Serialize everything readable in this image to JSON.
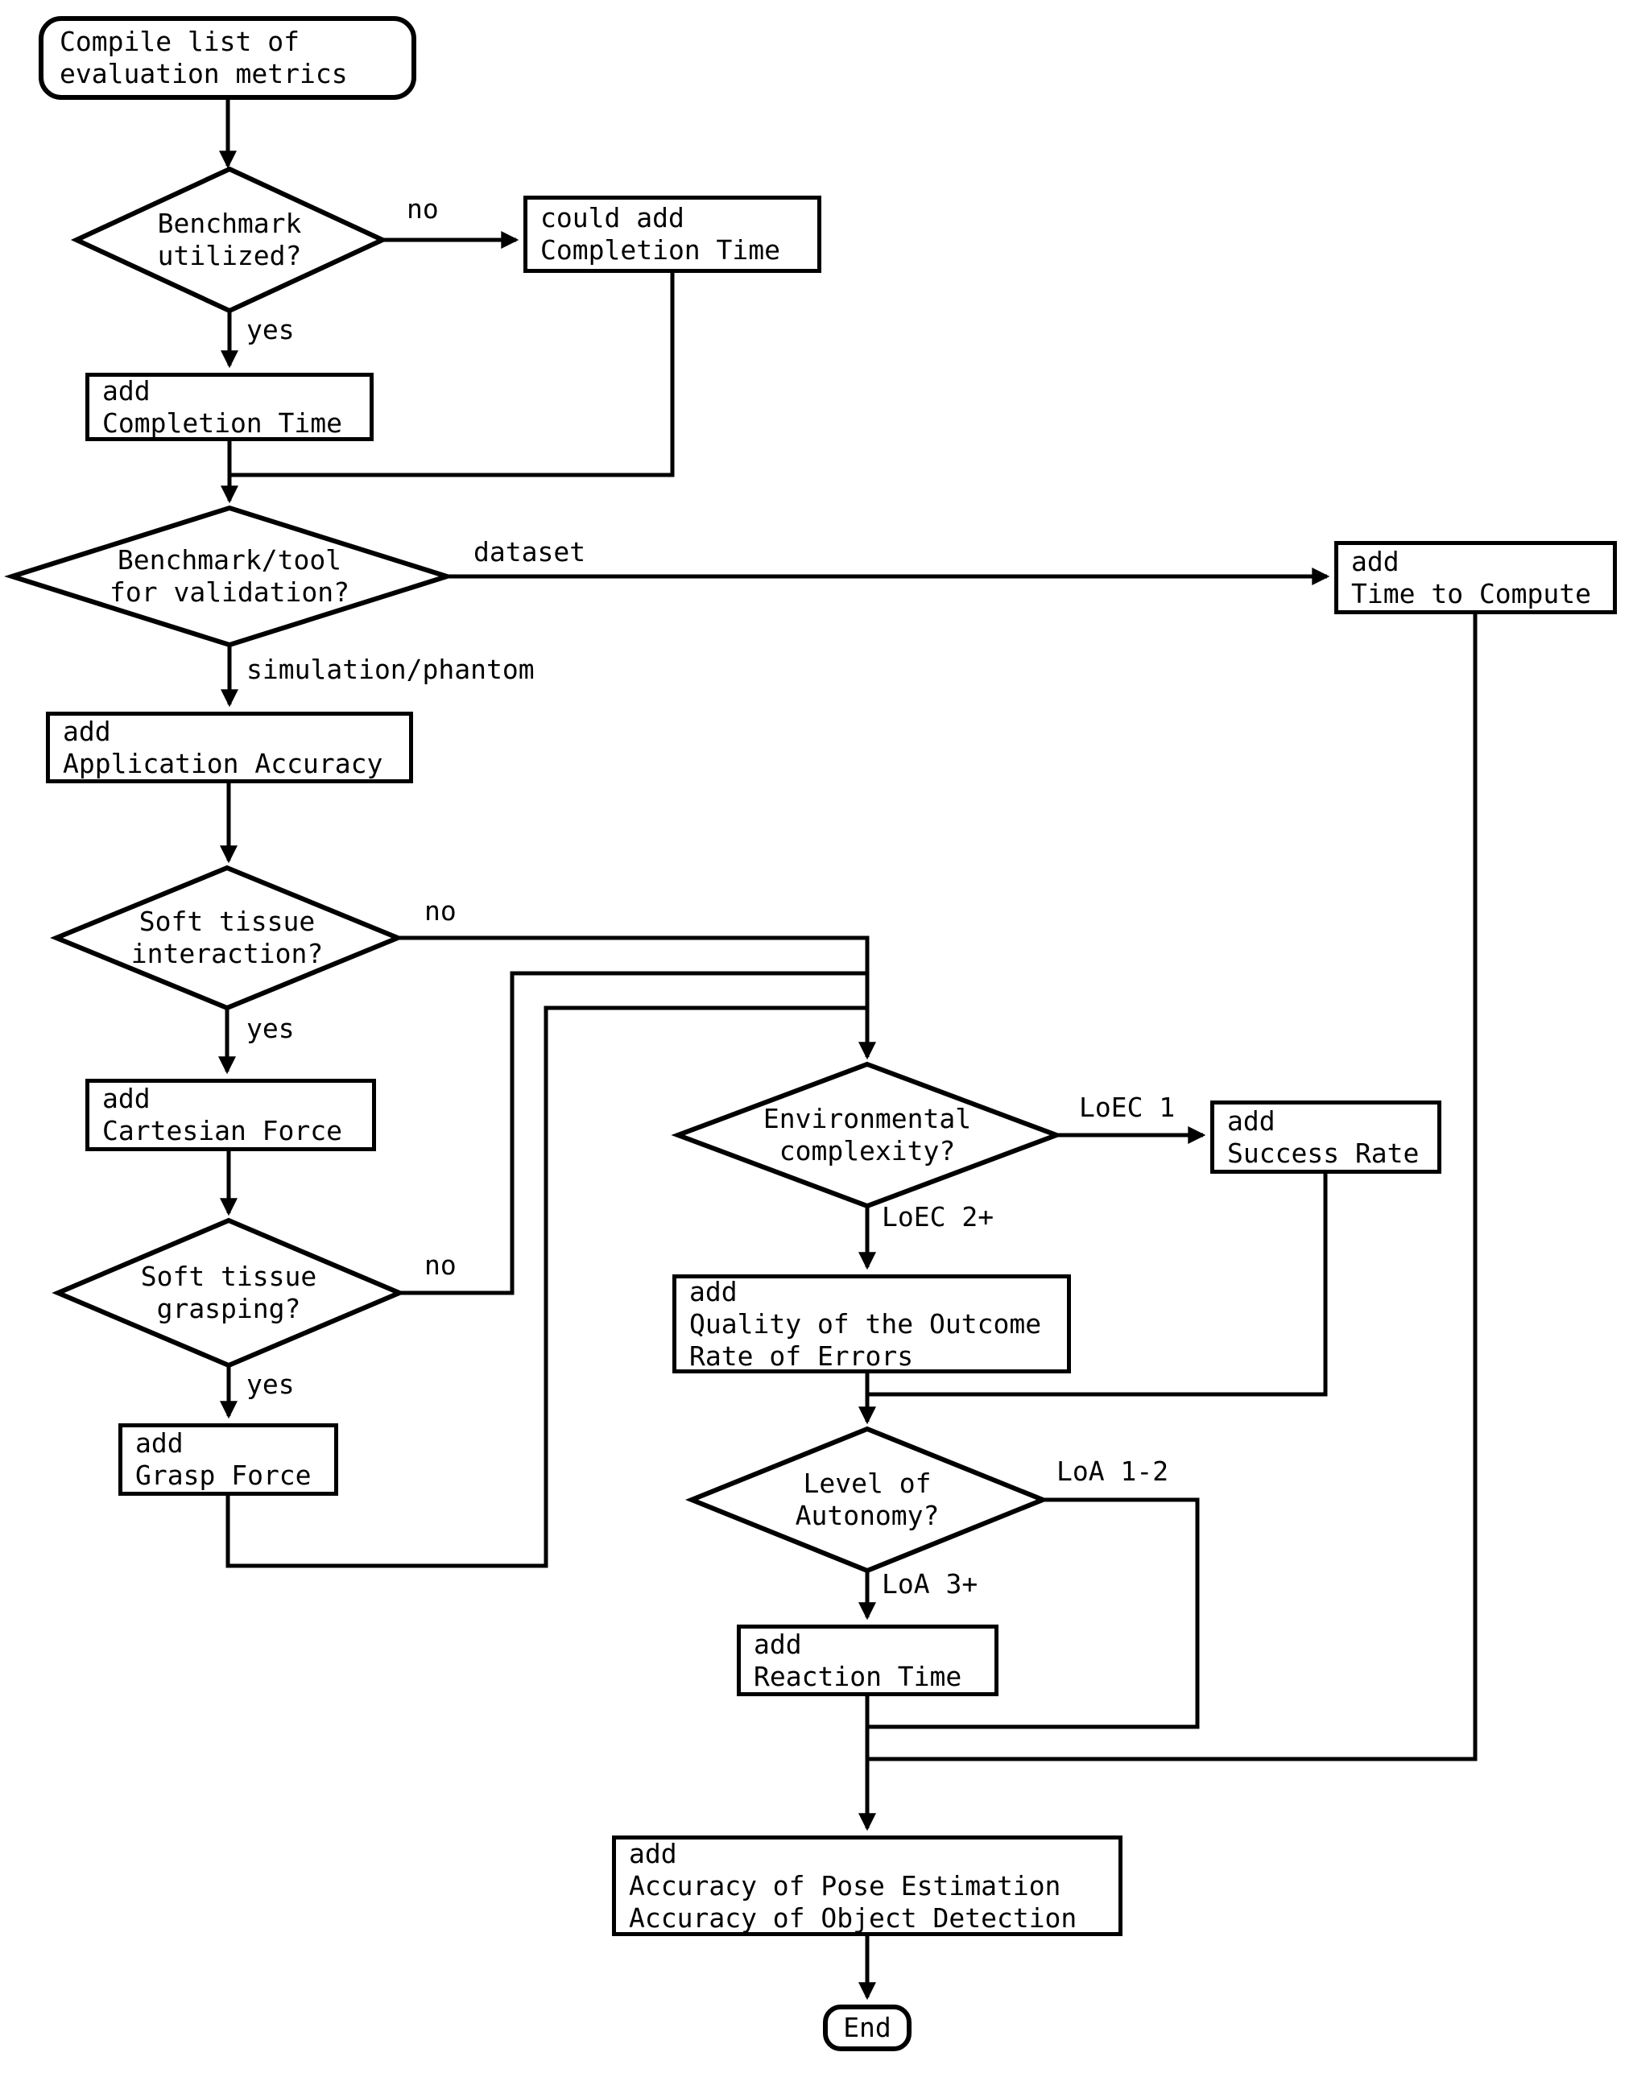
{
  "diagram": {
    "nodes": {
      "start": {
        "text": "Compile list of\nevaluation metrics"
      },
      "benchmark_utilized": {
        "text": "Benchmark\nutilized?"
      },
      "could_add_completion_time": {
        "text": "could add\nCompletion Time"
      },
      "add_completion_time": {
        "text": "add\nCompletion Time"
      },
      "benchmark_tool_validation": {
        "text": "Benchmark/tool\nfor validation?"
      },
      "add_time_to_compute": {
        "text": "add\nTime to Compute"
      },
      "add_application_accuracy": {
        "text": "add\nApplication Accuracy"
      },
      "soft_tissue_interaction": {
        "text": "Soft tissue\ninteraction?"
      },
      "add_cartesian_force": {
        "text": "add\nCartesian Force"
      },
      "soft_tissue_grasping": {
        "text": "Soft tissue\ngrasping?"
      },
      "add_grasp_force": {
        "text": "add\nGrasp Force"
      },
      "environmental_complexity": {
        "text": "Environmental\ncomplexity?"
      },
      "add_success_rate": {
        "text": "add\nSuccess Rate"
      },
      "add_quality_outcome": {
        "text": "add\nQuality of the Outcome\nRate of Errors"
      },
      "level_of_autonomy": {
        "text": "Level of\nAutonomy?"
      },
      "add_reaction_time": {
        "text": "add\nReaction Time"
      },
      "add_pose_object_accuracy": {
        "text": "add\nAccuracy of Pose Estimation\nAccuracy of Object Detection"
      },
      "end": {
        "text": "End"
      }
    },
    "edge_labels": {
      "benchmark_no": "no",
      "benchmark_yes": "yes",
      "validation_dataset": "dataset",
      "validation_simulation": "simulation/phantom",
      "interaction_no": "no",
      "interaction_yes": "yes",
      "grasping_no": "no",
      "grasping_yes": "yes",
      "loec_1": "LoEC 1",
      "loec_2plus": "LoEC 2+",
      "loa_1_2": "LoA 1-2",
      "loa_3plus": "LoA 3+"
    },
    "colors": {
      "stroke": "#000000",
      "background": "#ffffff"
    }
  }
}
